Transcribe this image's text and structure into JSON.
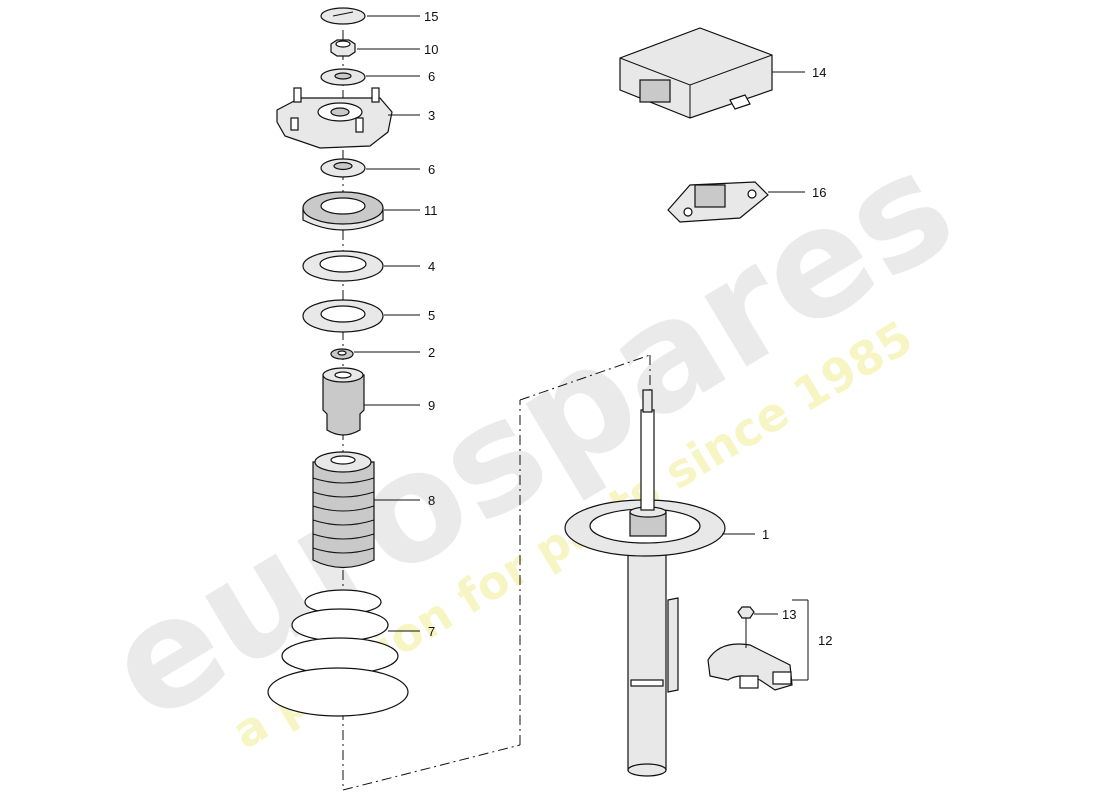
{
  "watermark": {
    "brand": "eurospares",
    "tagline": "a passion for parts since 1985",
    "brand_color": "#d9d9d9",
    "tagline_color": "#f3ef9c"
  },
  "callouts": {
    "c1": "1",
    "c2": "2",
    "c3": "3",
    "c4": "4",
    "c5": "5",
    "c6a": "6",
    "c6b": "6",
    "c7": "7",
    "c8": "8",
    "c9": "9",
    "c10": "10",
    "c11": "11",
    "c12": "12",
    "c13": "13",
    "c14": "14",
    "c15": "15",
    "c16": "16"
  }
}
